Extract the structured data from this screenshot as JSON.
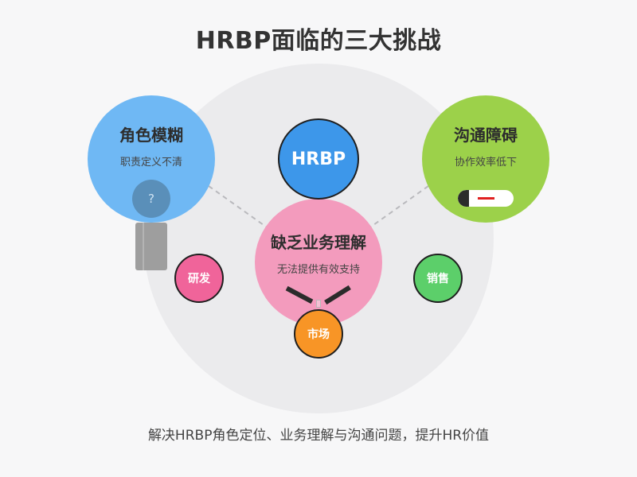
{
  "title": "HRBP面临的三大挑战",
  "center": {
    "label": "HRBP",
    "color": "#3d97ea"
  },
  "challenges": [
    {
      "title": "角色模糊",
      "subtitle": "职责定义不清",
      "color": "#6fb8f4"
    },
    {
      "title": "缺乏业务理解",
      "subtitle": "无法提供有效支持",
      "color": "#f39bbd"
    },
    {
      "title": "沟通障碍",
      "subtitle": "协作效率低下",
      "color": "#9cd14a"
    }
  ],
  "departments": [
    {
      "label": "研发",
      "color": "#f0649a"
    },
    {
      "label": "销售",
      "color": "#5ccf6a"
    },
    {
      "label": "市场",
      "color": "#f89526"
    }
  ],
  "question_mark": "?",
  "footer": "解决HRBP角色定位、业务理解与沟通问题，提升HR价值"
}
